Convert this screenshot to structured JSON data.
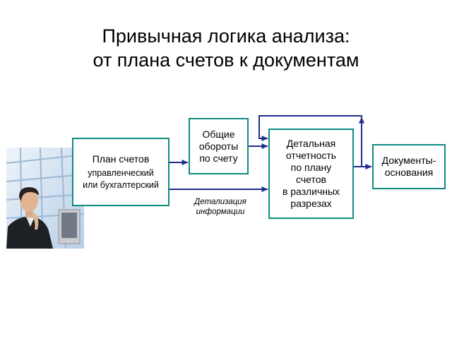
{
  "title": {
    "line1": "Привычная логика анализа:",
    "line2": "от плана счетов к документам"
  },
  "boxes": {
    "plan": {
      "line1": "План счетов",
      "line2": "управленческий",
      "line3": "или бухгалтерский"
    },
    "turnover": {
      "line1": "Общие",
      "line2": "обороты",
      "line3": "по счету"
    },
    "detail": {
      "line1": "Детальная",
      "line2": "отчетность",
      "line3": "по плану",
      "line4": "счетов",
      "line5": "в различных",
      "line6": "разрезах"
    },
    "docs": {
      "line1": "Документы-",
      "line2": "основания"
    }
  },
  "arrow_label": {
    "line1": "Детализация",
    "line2": "информации"
  },
  "colors": {
    "box_border": "#0f8a82",
    "arrow": "#1f2e8c"
  }
}
